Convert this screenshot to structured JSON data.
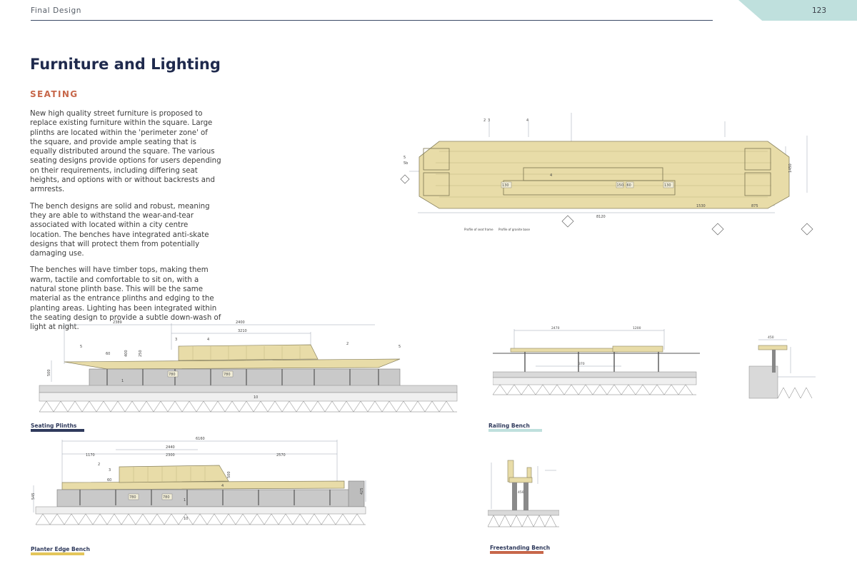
{
  "header": {
    "section": "Final Design",
    "page_number": "123"
  },
  "title": "Furniture and Lighting",
  "subheading": "SEATING",
  "paragraphs": [
    "New high quality street furniture is proposed to replace existing furniture within the square. Large plinths are located within the 'perimeter zone' of the square, and provide ample seating that is equally distributed around the square. The various seating designs provide options for users depending on their requirements, including differing seat heights, and options with or without backrests and armrests.",
    "The bench designs are solid and robust, meaning they are able to withstand the wear-and-tear associated with located within a city centre location. The benches have integrated anti-skate designs that will protect them from potentially damaging use.",
    "The benches will have timber tops, making them warm, tactile and comfortable to sit on, with a natural stone plinth base. This will be the same material as the entrance plinths and edging to the planting areas. Lighting has been integrated within the seating design to provide a subtle down-wash of light at night."
  ],
  "plan_drawing": {
    "dims": {
      "overall": "8120",
      "right_a": "1530",
      "right_b": "875",
      "height": "1450",
      "d130": "130",
      "d150": "150",
      "d60": "60"
    },
    "callouts": [
      "2",
      "3",
      "4",
      "5",
      "5b",
      "4"
    ],
    "notes": [
      "Profile of seat frame",
      "Profile of granite base"
    ]
  },
  "plinth_drawing": {
    "dims": {
      "top_left": "2389",
      "top_right": "2400",
      "mid": "3210",
      "d60": "60",
      "d400": "400",
      "d250": "250",
      "h": "500",
      "r1": "780",
      "r2": "780"
    },
    "callouts": [
      "5",
      "3",
      "4",
      "2",
      "1",
      "10",
      "5"
    ]
  },
  "planter_drawing": {
    "dims": {
      "overall": "6160",
      "d2440": "2440",
      "d2300": "2300",
      "d1170": "1170",
      "d2570": "2570",
      "d60": "60",
      "d500": "500",
      "h": "545",
      "h2": "425",
      "r1": "780",
      "r2": "780"
    },
    "callouts": [
      "2",
      "3",
      "4",
      "1",
      "10"
    ]
  },
  "railing_drawing": {
    "dims": {
      "a": "2470",
      "b": "1200",
      "c": "370"
    }
  },
  "section_drawing": {
    "dims": {
      "a": "450"
    }
  },
  "freestanding_drawing": {
    "dims": {
      "a": "450"
    }
  },
  "captions": {
    "seating_plinths": "Seating Plinths",
    "planter_edge_bench": "Planter Edge Bench",
    "railing_bench": "Railing Bench",
    "freestanding_bench": "Freestanding Bench"
  },
  "colors": {
    "navy": "#2f3a5c",
    "mustard": "#e3c65a",
    "teal": "#bfe0dd",
    "coral": "#c7674a",
    "timber": "#e8dca8",
    "stone": "#c9c9c9"
  }
}
